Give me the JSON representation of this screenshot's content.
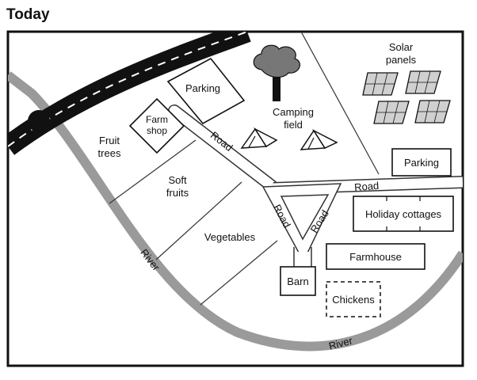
{
  "title": "Today",
  "roads": {
    "upper": "Road",
    "right": "Road",
    "junction_left": "Road",
    "junction_right": "Road"
  },
  "river": {
    "left": "River",
    "bottom": "River"
  },
  "areas": {
    "parking_top": "Parking",
    "farm_shop_line1": "Farm",
    "farm_shop_line2": "shop",
    "fruit_trees_line1": "Fruit",
    "fruit_trees_line2": "trees",
    "soft_fruits_line1": "Soft",
    "soft_fruits_line2": "fruits",
    "vegetables": "Vegetables",
    "camping_line1": "Camping",
    "camping_line2": "field",
    "solar_line1": "Solar",
    "solar_line2": "panels",
    "parking_right": "Parking",
    "holiday_cottages": "Holiday cottages",
    "farmhouse": "Farmhouse",
    "barn": "Barn",
    "chickens": "Chickens"
  },
  "icons": [
    "tree-icon",
    "tent-icon",
    "solar-panel-icon"
  ],
  "colors": {
    "border": "#111111",
    "highway": "#111111",
    "river": "#9a9a9a",
    "road_outline": "#333333"
  }
}
